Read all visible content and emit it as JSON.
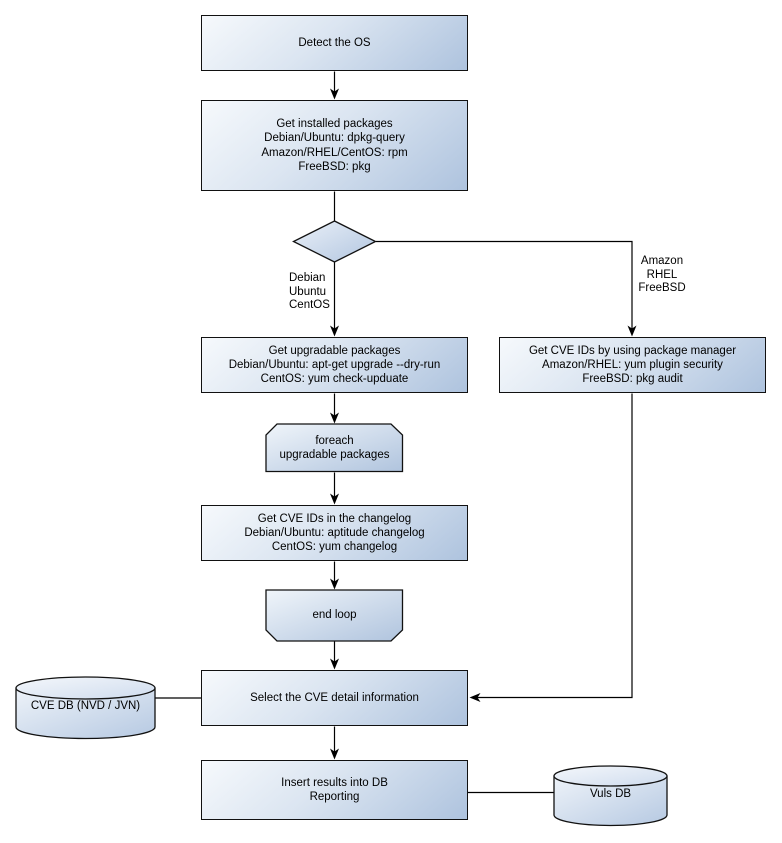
{
  "diagram_colors": {
    "background": "#ffffff",
    "node_fill_light": "#f6f9fc",
    "node_fill_dark": "#aec3de",
    "border": "#111111",
    "connector": "#000000",
    "text": "#000000"
  },
  "nodes": {
    "detect": {
      "lines": [
        "Detect the OS"
      ]
    },
    "installed": {
      "lines": [
        "Get installed packages",
        "Debian/Ubuntu: dpkg-query",
        "Amazon/RHEL/CentOS: rpm",
        "FreeBSD: pkg"
      ]
    },
    "upgradable": {
      "lines": [
        "Get upgradable packages",
        "Debian/Ubuntu: apt-get upgrade --dry-run",
        "CentOS: yum check-upduate"
      ]
    },
    "cve_pkg_mgr": {
      "lines": [
        "Get CVE IDs by using package manager",
        "Amazon/RHEL: yum plugin security",
        "FreeBSD: pkg audit"
      ]
    },
    "foreach": {
      "lines": [
        "foreach",
        "upgradable packages"
      ]
    },
    "changelog": {
      "lines": [
        "Get CVE IDs in the changelog",
        "Debian/Ubuntu: aptitude changelog",
        "CentOS: yum changelog"
      ]
    },
    "endloop": {
      "lines": [
        "end loop"
      ]
    },
    "select": {
      "lines": [
        "Select the CVE detail information"
      ]
    },
    "insert": {
      "lines": [
        "Insert results into DB",
        "Reporting"
      ]
    },
    "cvedb": {
      "label": "CVE DB (NVD / JVN)"
    },
    "vulsdb": {
      "label": "Vuls DB"
    }
  },
  "edge_labels": {
    "left_branch": {
      "lines": [
        "Debian",
        "Ubuntu",
        "CentOS"
      ]
    },
    "right_branch": {
      "lines": [
        "Amazon",
        "RHEL",
        "FreeBSD"
      ]
    }
  }
}
